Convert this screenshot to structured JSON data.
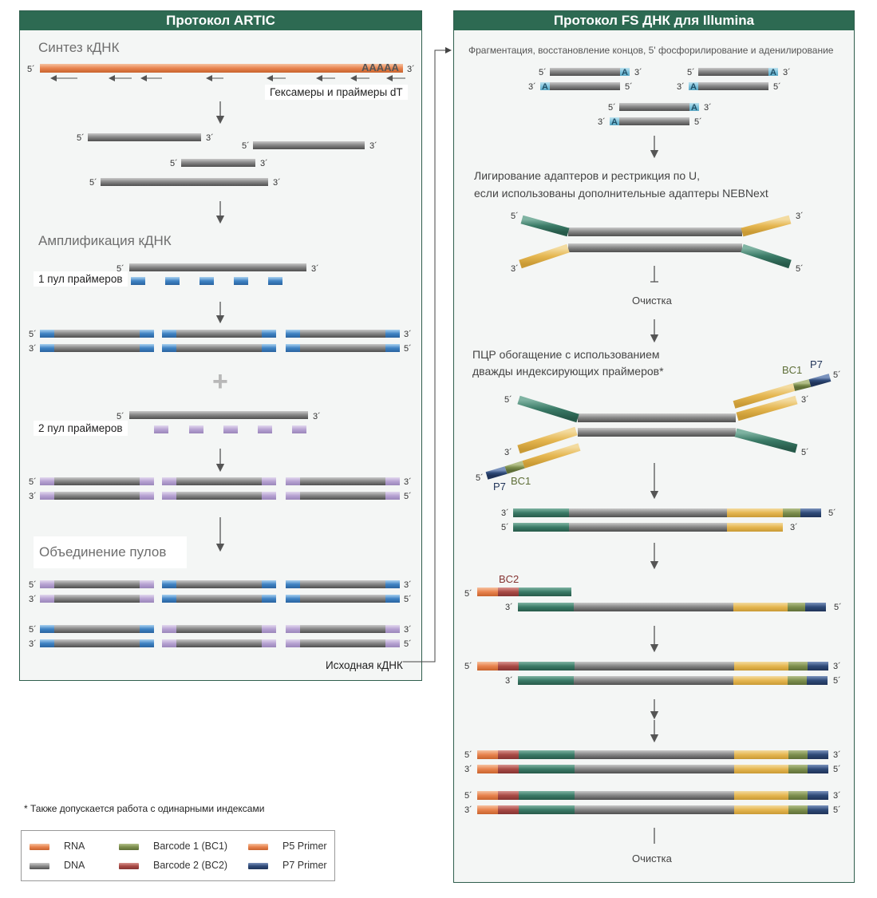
{
  "left_panel": {
    "title": "Протокол ARTIC",
    "step1_title": "Синтез кДНК",
    "polyA": "AAAAA",
    "primer_label": "Гексамеры и праймеры dT",
    "step2_title": "Амплификация кДНК",
    "pool1_label": "1 пул праймеров",
    "pool2_label": "2 пул праймеров",
    "plus": "+",
    "step3_title": "Объединение пулов",
    "source_label": "Исходная кДНК"
  },
  "right_panel": {
    "title": "Протокол FS ДНК для Illumina",
    "step1_title": "Фрагментация, восстановление концов, 5' фосфорилирование и аденилирование",
    "a_tail": "A",
    "step2_title_line1": "Лигирование адаптеров и рестрикция по U,",
    "step2_title_line2": "если использованы дополнительные адаптеры NEBNext",
    "cleanup1": "Очистка",
    "step3_title_line1": "ПЦР обогащение с использованием",
    "step3_title_line2": "дважды индексирующих праймеров*",
    "bc1": "BC1",
    "bc2": "BC2",
    "p7": "P7",
    "cleanup2": "Очистка"
  },
  "end_labels": {
    "five": "5´",
    "three": "3´"
  },
  "footnote": "* Также допускается работа с одинарными индексами",
  "legend": {
    "items": [
      {
        "label": "RNA",
        "color": "#e8834e"
      },
      {
        "label": "DNA",
        "color": "#7a7a7a"
      },
      {
        "label": "Barcode 1 (BC1)",
        "color": "#7d8f4e"
      },
      {
        "label": "Barcode 2 (BC2)",
        "color": "#a84a45"
      },
      {
        "label": "P5 Primer",
        "color": "#e8834e"
      },
      {
        "label": "P7 Primer",
        "color": "#2f4a78"
      }
    ]
  },
  "colors": {
    "rna": "#e8834e",
    "dna": "#7a7a7a",
    "primer_pool1": "#3f83c4",
    "primer_pool2": "#b7a2d2",
    "adapter_green": "#3a7a66",
    "adapter_yellow": "#e5b650",
    "bc1": "#7d8f4e",
    "bc2": "#a84a45",
    "p5": "#e8834e",
    "p7": "#2f4a78",
    "a_tail": "#7fc3dd",
    "header": "#2d6a52"
  }
}
